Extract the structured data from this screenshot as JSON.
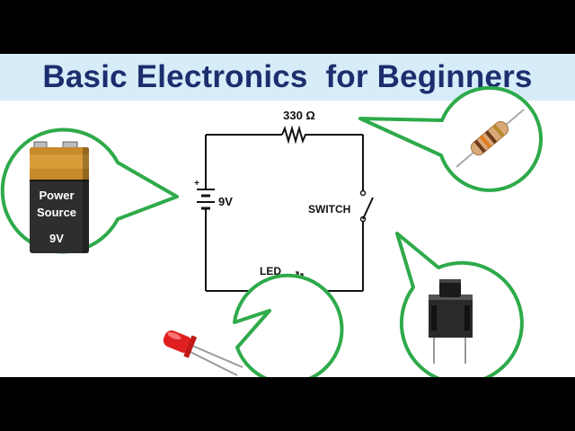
{
  "header": {
    "title": "Basic Electronics  for Beginners"
  },
  "circuit": {
    "resistor_label": "330 Ω",
    "battery_label": "9V",
    "battery_plus": "+",
    "switch_label": "SWITCH",
    "led_label": "LED"
  },
  "callouts": {
    "battery_line1": "Power",
    "battery_line2": "Source",
    "battery_line3": "9V"
  },
  "colors": {
    "callout_border": "#2eaa4a",
    "title_text": "#1b2f6e",
    "banner_bg": "#d6ecf8",
    "wire": "#111111"
  },
  "icons": [
    "battery-icon",
    "resistor-icon",
    "led-icon",
    "push-button-icon"
  ]
}
